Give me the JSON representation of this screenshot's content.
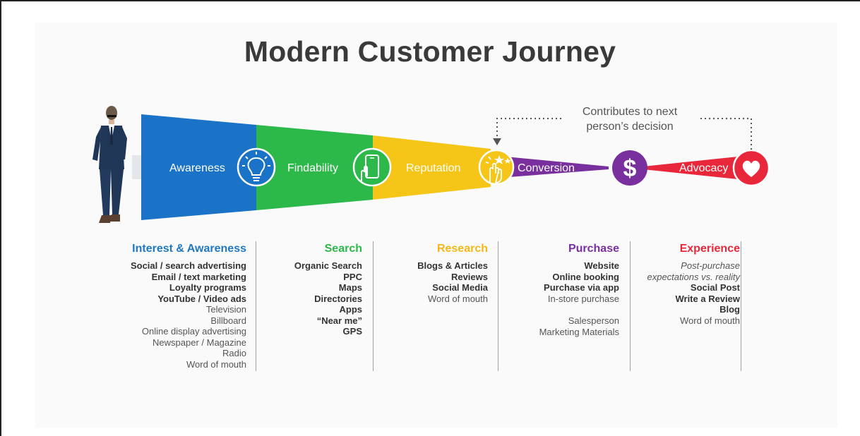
{
  "title": "Modern Customer Journey",
  "contributes": {
    "line1": "Contributes to next",
    "line2": "person’s decision"
  },
  "stages": [
    {
      "label": "Awareness",
      "icon": "lightbulb-icon",
      "color": "#1a73c6"
    },
    {
      "label": "Findability",
      "icon": "smartphone-icon",
      "color": "#2db84a"
    },
    {
      "label": "Reputation",
      "icon": "rating-stars-icon",
      "color": "#f5c518"
    },
    {
      "label": "Conversion",
      "icon": "dollar-icon",
      "color": "#7a2f9e"
    },
    {
      "label": "Advocacy",
      "icon": "heart-icon",
      "color": "#e8283a"
    }
  ],
  "columns": [
    {
      "title": "Interest & Awareness",
      "color": "#1f78c1",
      "items": [
        {
          "text": "Social / search advertising",
          "style": "bold"
        },
        {
          "text": "Email / text marketing",
          "style": "bold"
        },
        {
          "text": "Loyalty programs",
          "style": "bold"
        },
        {
          "text": "YouTube / Video ads",
          "style": "bold"
        },
        {
          "text": "Television",
          "style": "regular"
        },
        {
          "text": "Billboard",
          "style": "regular"
        },
        {
          "text": "Online display advertising",
          "style": "regular"
        },
        {
          "text": "Newspaper / Magazine",
          "style": "regular"
        },
        {
          "text": "Radio",
          "style": "regular"
        },
        {
          "text": "Word of mouth",
          "style": "regular"
        }
      ]
    },
    {
      "title": "Search",
      "color": "#2db84a",
      "items": [
        {
          "text": "Organic Search",
          "style": "bold"
        },
        {
          "text": "PPC",
          "style": "bold"
        },
        {
          "text": "Maps",
          "style": "bold"
        },
        {
          "text": "Directories",
          "style": "bold"
        },
        {
          "text": "Apps",
          "style": "bold"
        },
        {
          "text": "“Near me”",
          "style": "bold"
        },
        {
          "text": "GPS",
          "style": "bold"
        }
      ]
    },
    {
      "title": "Research",
      "color": "#f3b814",
      "items": [
        {
          "text": "Blogs & Articles",
          "style": "bold"
        },
        {
          "text": "Reviews",
          "style": "bold"
        },
        {
          "text": "Social Media",
          "style": "bold"
        },
        {
          "text": "Word of mouth",
          "style": "regular"
        }
      ]
    },
    {
      "title": "Purchase",
      "color": "#7a2f9e",
      "items": [
        {
          "text": "Website",
          "style": "bold"
        },
        {
          "text": "Online booking",
          "style": "bold"
        },
        {
          "text": "Purchase via app",
          "style": "bold"
        },
        {
          "text": "In-store purchase",
          "style": "regular"
        },
        {
          "text": "",
          "style": "gap"
        },
        {
          "text": "Salesperson",
          "style": "regular"
        },
        {
          "text": "Marketing Materials",
          "style": "regular"
        }
      ]
    },
    {
      "title": "Experience",
      "color": "#e8283a",
      "items": [
        {
          "text": "Post-purchase",
          "style": "italic"
        },
        {
          "text": "expectations vs. reality",
          "style": "italic"
        },
        {
          "text": "Social Post",
          "style": "bold"
        },
        {
          "text": "Write a Review",
          "style": "bold"
        },
        {
          "text": "Blog",
          "style": "bold"
        },
        {
          "text": "Word of mouth",
          "style": "regular"
        }
      ]
    }
  ]
}
